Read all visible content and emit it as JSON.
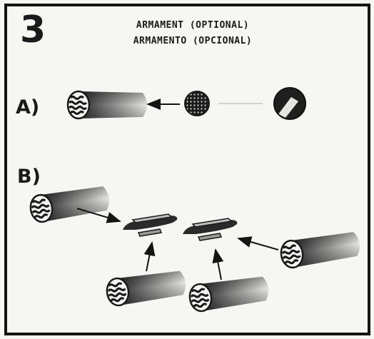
{
  "step": {
    "number": "3"
  },
  "title": {
    "english": "ARMAMENT (OPTIONAL)",
    "spanish": "ARMAMENTO (OPCIONAL)"
  },
  "sections": [
    {
      "label": "A)"
    },
    {
      "label": "B)"
    }
  ],
  "icons": {
    "cylinder": "cylinder-part-icon",
    "dotted_disc": "dotted-disc-icon",
    "cap_disc": "dark-cap-disc-icon",
    "rail": "weapon-rail-icon",
    "arrow": "assembly-arrow-icon"
  },
  "colors": {
    "ink": "#141414",
    "paper": "#f6f6f3",
    "gradient_dark": "#2a2a2a",
    "gradient_light": "#e6e6e3"
  }
}
